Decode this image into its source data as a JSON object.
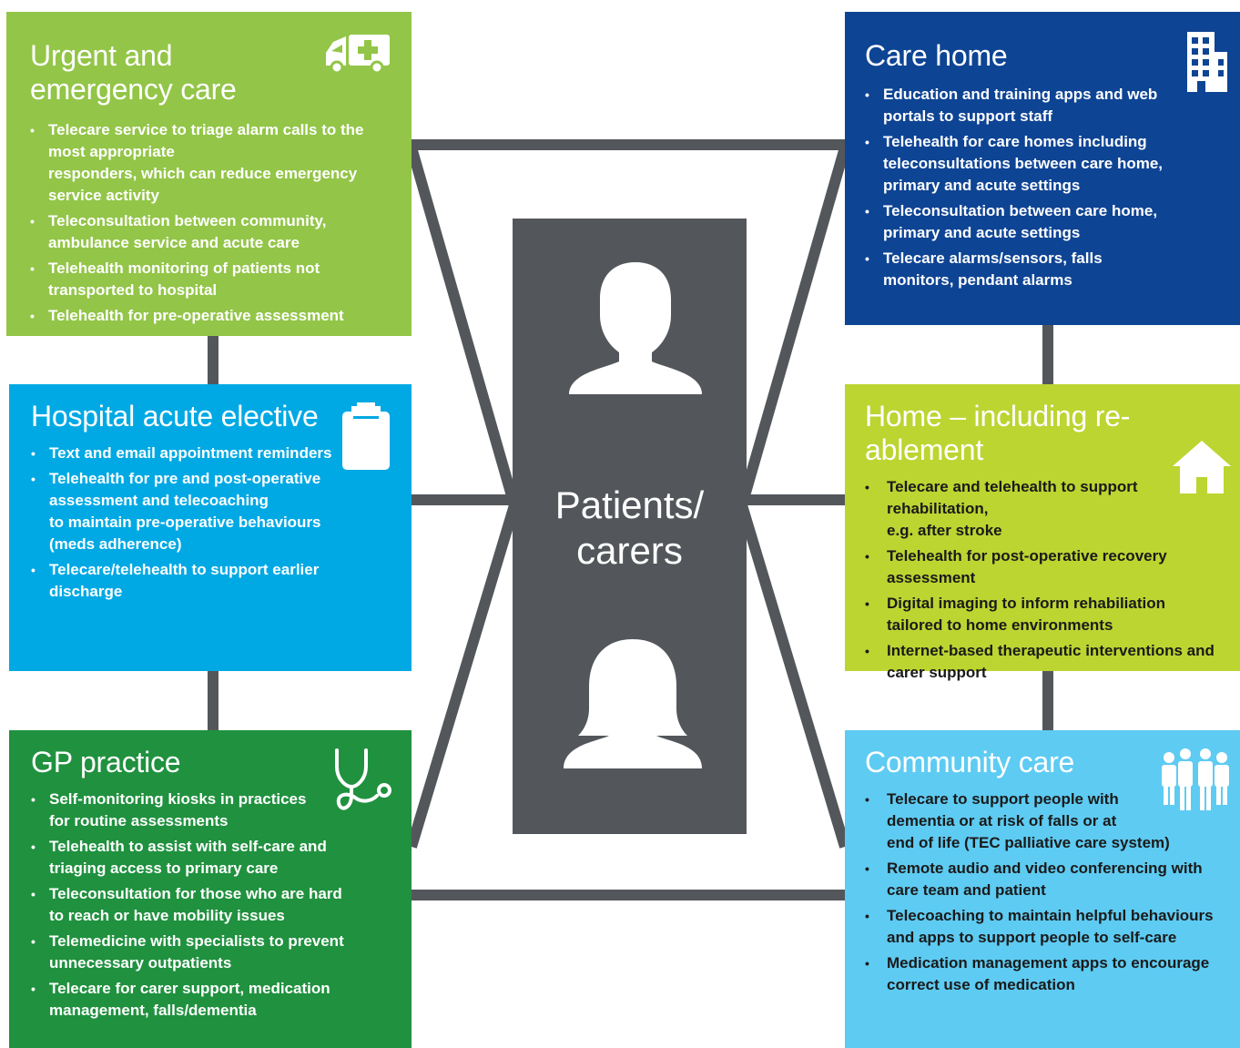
{
  "colors": {
    "connector": "#53575b",
    "center_panel": "#53575b",
    "urgent": "#93c548",
    "care_home": "#0e4494",
    "hospital": "#00a9e4",
    "home": "#bcd531",
    "gp": "#20913f",
    "community": "#5ecbf2"
  },
  "center": {
    "label": "Patients/\ncarers",
    "icons": [
      "male-person-icon",
      "female-person-icon"
    ]
  },
  "boxes": {
    "urgent": {
      "title": "Urgent and emergency care",
      "icon": "ambulance-icon",
      "items": [
        "Telecare service to triage alarm calls to the most appropriate\nresponders, which can reduce emergency service activity",
        "Teleconsultation between community, ambulance service and acute care",
        "Telehealth monitoring of patients not transported to hospital",
        "Telehealth for pre-operative assessment"
      ]
    },
    "care_home": {
      "title": "Care home",
      "icon": "building-icon",
      "items": [
        "Education and training apps and web portals to support staff",
        "Telehealth for care homes including teleconsultations between care home, primary and acute settings",
        "Teleconsultation between care home, primary and acute settings",
        "Telecare alarms/sensors, falls monitors, pendant alarms"
      ]
    },
    "hospital": {
      "title": "Hospital acute elective",
      "icon": "clipboard-icon",
      "items": [
        "Text and email appointment reminders",
        "Telehealth for pre and post-operative assessment and telecoaching\nto maintain pre-operative behaviours (meds adherence)",
        "Telecare/telehealth to support earlier discharge"
      ]
    },
    "home": {
      "title": "Home – including re-ablement",
      "icon": "house-icon",
      "items": [
        "Telecare and telehealth to support rehabilitation,\ne.g. after stroke",
        "Telehealth for post-operative recovery assessment",
        "Digital imaging to inform rehabiliation tailored to home environments",
        "Internet-based therapeutic interventions and carer support"
      ]
    },
    "gp": {
      "title": "GP practice",
      "icon": "stethoscope-icon",
      "items": [
        "Self-monitoring kiosks in practices for routine assessments",
        "Telehealth to assist with self-care and triaging access to primary care",
        "Teleconsultation for those who are hard to reach or have mobility issues",
        "Telemedicine with specialists to prevent unnecessary outpatients",
        "Telecare for carer support, medication management, falls/dementia"
      ]
    },
    "community": {
      "title": "Community care",
      "icon": "people-group-icon",
      "items": [
        "Telecare to support people with dementia or at risk of falls or at\nend of life (TEC palliative care system)",
        "Remote audio and video conferencing with care team and patient",
        "Telecoaching to maintain helpful behaviours and apps to support people to self-care",
        "Medication management apps to encourage correct use of medication"
      ]
    }
  }
}
